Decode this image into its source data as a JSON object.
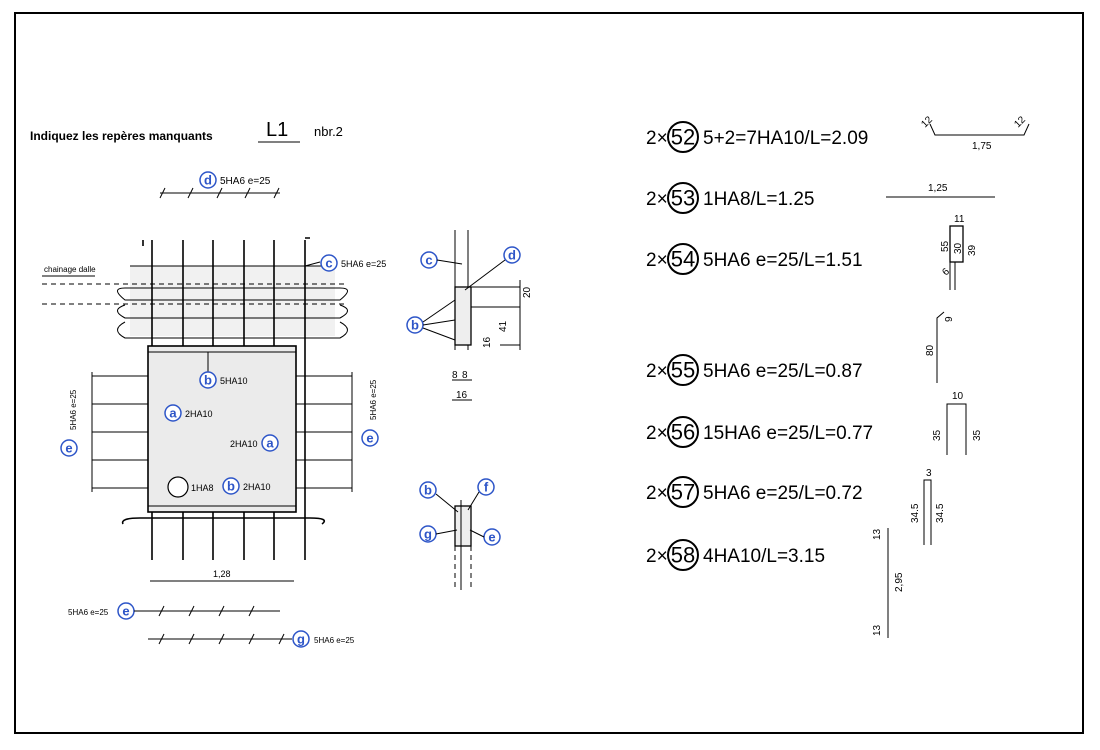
{
  "header": {
    "instruction": "Indiquez les repères manquants",
    "element_name": "L1",
    "count": "nbr.2"
  },
  "drawing": {
    "label_chainage": "chainage dalle",
    "callouts": [
      {
        "letter": "d",
        "text": "5HA6 e=25"
      },
      {
        "letter": "c",
        "text": "5HA6 e=25"
      },
      {
        "letter": "b",
        "text": "5HA10"
      },
      {
        "letter": "a",
        "text": "2HA10"
      },
      {
        "letter": "a",
        "text": "2HA10"
      },
      {
        "letter": "e",
        "text": "5HA6 e=25"
      },
      {
        "letter": "e",
        "text": "5HA6 e=25"
      },
      {
        "letter": "",
        "text": "1HA8"
      },
      {
        "letter": "b",
        "text": "2HA10"
      },
      {
        "letter": "e",
        "text": "5HA6 e=25"
      },
      {
        "letter": "g",
        "text": "5HA6 e=25"
      }
    ],
    "bottom_dimension": "1,28",
    "section_labels": {
      "c": "c",
      "d": "d",
      "b": "b",
      "f": "f",
      "g": "g",
      "e": "e",
      "dim_20": "20",
      "dim_41": "41",
      "dim_16a": "16",
      "dim_8a": "8",
      "dim_8b": "8",
      "dim_16b": "16"
    }
  },
  "schedule": [
    {
      "qty": "2×",
      "mark": "52",
      "desc": "5+2=7HA10/L=2.09",
      "dims": [
        "12",
        "1,75",
        "12"
      ]
    },
    {
      "qty": "2×",
      "mark": "53",
      "desc": "1HA8/L=1.25",
      "dims": [
        "1,25"
      ]
    },
    {
      "qty": "2×",
      "mark": "54",
      "desc": "5HA6 e=25/L=1.51",
      "dims": [
        "11",
        "55",
        "30",
        "39",
        "6"
      ]
    },
    {
      "qty": "2×",
      "mark": "55",
      "desc": "5HA6 e=25/L=0.87",
      "dims": [
        "9",
        "80"
      ]
    },
    {
      "qty": "2×",
      "mark": "56",
      "desc": "15HA6 e=25/L=0.77",
      "dims": [
        "10",
        "35",
        "35"
      ]
    },
    {
      "qty": "2×",
      "mark": "57",
      "desc": "5HA6 e=25/L=0.72",
      "dims": [
        "3",
        "34.5",
        "34.5"
      ]
    },
    {
      "qty": "2×",
      "mark": "58",
      "desc": "4HA10/L=3.15",
      "dims": [
        "13",
        "2,95",
        "13"
      ]
    }
  ],
  "colors": {
    "callout_circle": "#2d55c8",
    "line": "#000000",
    "panel_shade": "#e9e9e9"
  }
}
